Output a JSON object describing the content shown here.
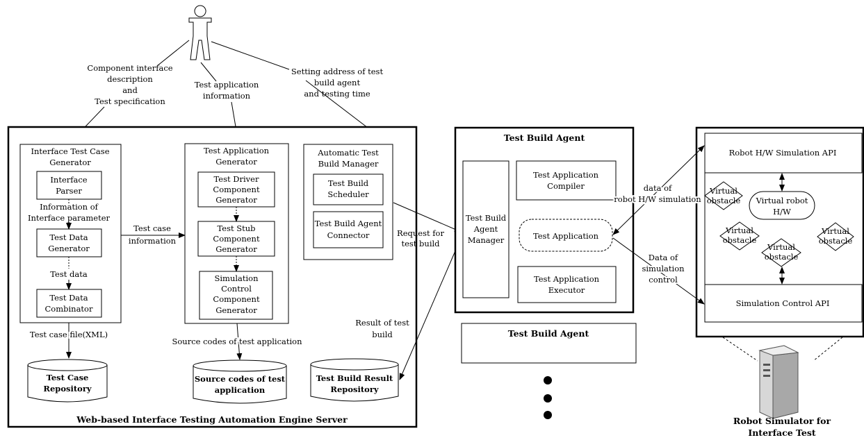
{
  "actor": {
    "label_component": [
      "Component interface",
      "description",
      "and",
      "Test specification"
    ],
    "label_testapp": [
      "Test application",
      "information"
    ],
    "label_setting": [
      "Setting address of test",
      "build agent",
      "and testing time"
    ]
  },
  "engine": {
    "title": "Web-based Interface Testing Automation Engine Server",
    "itcg": {
      "title": [
        "Interface Test Case",
        "Generator"
      ],
      "parser": [
        "Interface",
        "Parser"
      ],
      "info_param": [
        "Information of",
        "Interface parameter"
      ],
      "data_gen": [
        "Test Data",
        "Generator"
      ],
      "test_data": "Test data",
      "combinator": [
        "Test Data",
        "Combinator"
      ]
    },
    "tag": {
      "title": [
        "Test Application",
        "Generator"
      ],
      "driver": [
        "Test Driver",
        "Component",
        "Generator"
      ],
      "stub": [
        "Test Stub",
        "Component",
        "Generator"
      ],
      "simctl": [
        "Simulation",
        "Control",
        "Component",
        "Generator"
      ]
    },
    "atbm": {
      "title": [
        "Automatic Test",
        "Build Manager"
      ],
      "scheduler": [
        "Test Build",
        "Scheduler"
      ],
      "connector": [
        "Test Build Agent",
        "Connector"
      ]
    },
    "test_case_info": [
      "Test case",
      "information"
    ],
    "test_case_file": "Test case file(XML)",
    "source_codes_label": "Source codes of test application",
    "repo_test_case": [
      "Test Case",
      "Repository"
    ],
    "repo_source": [
      "Source codes of test",
      "application"
    ],
    "repo_result": [
      "Test Build Result",
      "Repository"
    ]
  },
  "flows": {
    "request": [
      "Request for",
      "test build"
    ],
    "result": [
      "Result of test",
      "build"
    ],
    "hw_data": [
      "data of",
      "robot H/W simulation"
    ],
    "sim_control": [
      "Data of",
      "simulation",
      "control"
    ]
  },
  "agent": {
    "title": "Test Build Agent",
    "manager": [
      "Test Build",
      "Agent",
      "Manager"
    ],
    "compiler": [
      "Test Application",
      "Compiler"
    ],
    "application": "Test Application",
    "executor": [
      "Test Application",
      "Executor"
    ],
    "second_title": "Test Build Agent"
  },
  "simulator": {
    "hw_api": "Robot H/W Simulation API",
    "control_api": "Simulation Control API",
    "virtual_obstacle": [
      "Virtual",
      "obstacle"
    ],
    "virtual_robot": [
      "Virtual robot",
      "H/W"
    ],
    "caption": [
      "Robot Simulator for",
      "Interface Test"
    ]
  }
}
